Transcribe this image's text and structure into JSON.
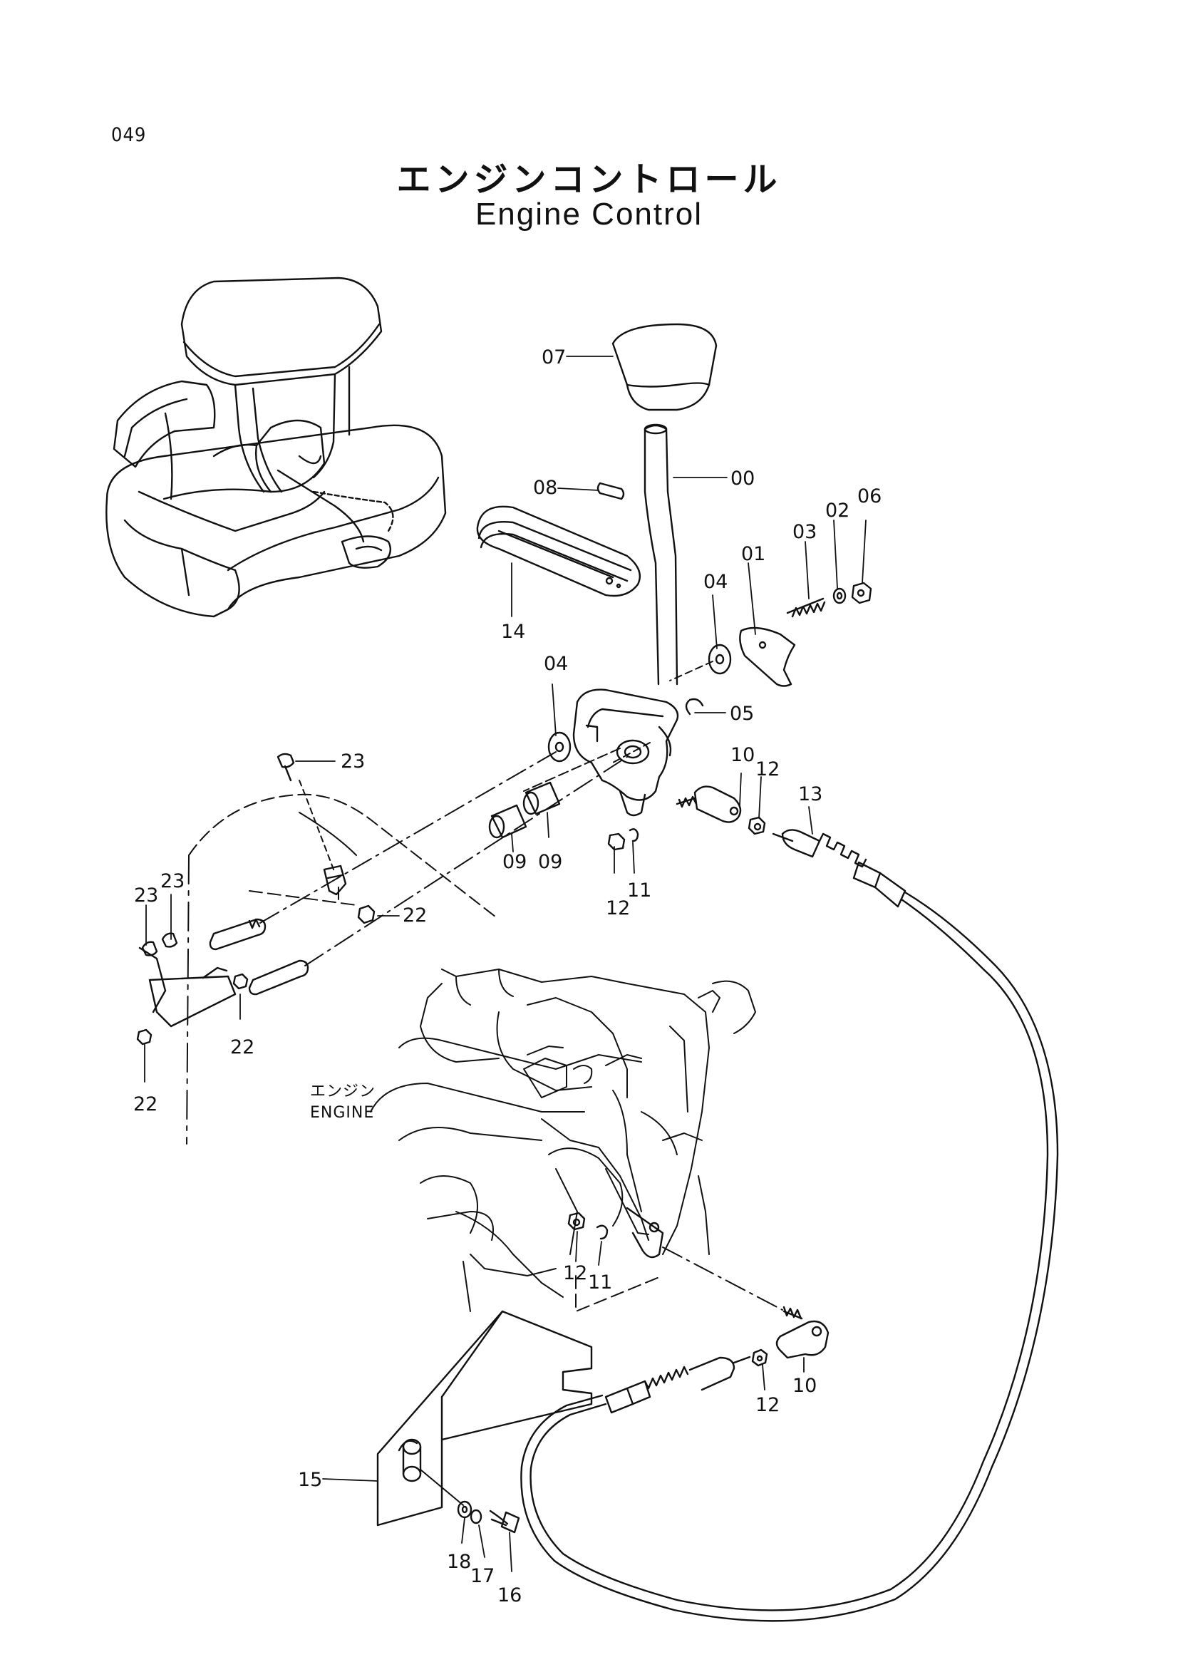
{
  "page_number": "049",
  "title": {
    "japanese": "エンジンコントロール",
    "english": "Engine Control"
  },
  "engine_label": {
    "japanese": "エンジン",
    "english": "ENGINE"
  },
  "callouts": {
    "p00": "00",
    "p01": "01",
    "p02": "02",
    "p03": "03",
    "p04a": "04",
    "p04b": "04",
    "p05": "05",
    "p06": "06",
    "p07": "07",
    "p08": "08",
    "p09a": "09",
    "p09b": "09",
    "p10a": "10",
    "p10b": "10",
    "p11a": "11",
    "p11b": "11",
    "p12a": "12",
    "p12b": "12",
    "p12c": "12",
    "p12d": "12",
    "p13": "13",
    "p14": "14",
    "p15": "15",
    "p16": "16",
    "p17": "17",
    "p18": "18",
    "p22a": "22",
    "p22b": "22",
    "p22c": "22",
    "p23a": "23",
    "p23b": "23",
    "p23c": "23"
  }
}
